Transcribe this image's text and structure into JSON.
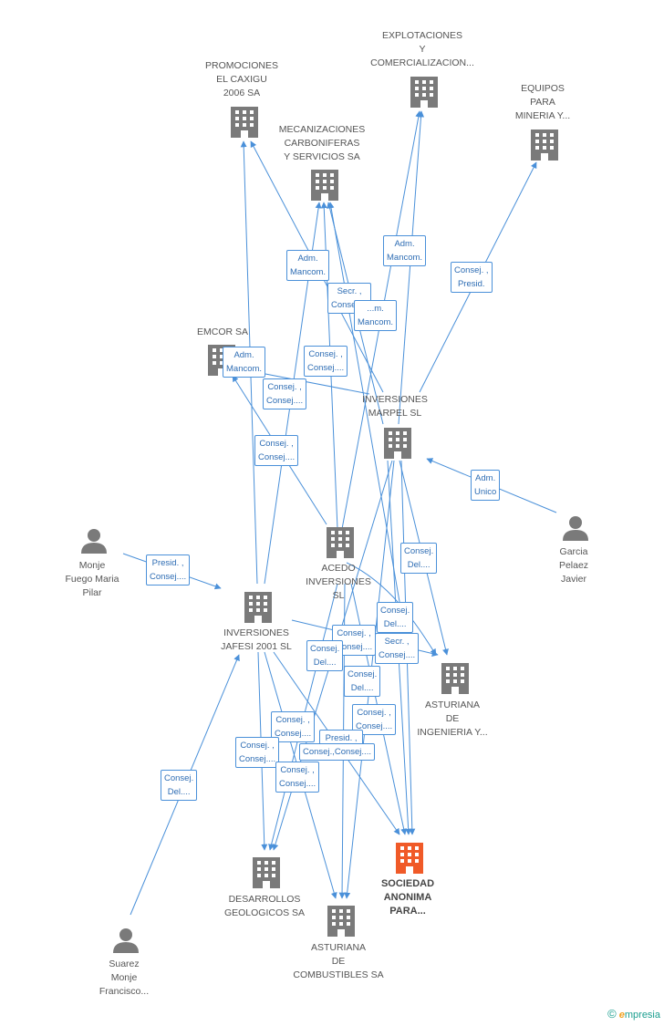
{
  "colors": {
    "edge": "#4a90d9",
    "company": "#7a7a7a",
    "person": "#7a7a7a",
    "focus": "#f05a28"
  },
  "nodes": {
    "promociones": {
      "label": "PROMOCIONES\nEL CAXIGU\n2006 SA",
      "kind": "company-icon"
    },
    "explotaciones": {
      "label": "EXPLOTACIONES\nY\nCOMERCIALIZACION...",
      "kind": "company-icon"
    },
    "equipos": {
      "label": "EQUIPOS\nPARA\nMINERIA Y...",
      "kind": "company-icon"
    },
    "mecanizaciones": {
      "label": "MECANIZACIONES\nCARBONIFERAS\nY SERVICIOS SA",
      "kind": "company-icon"
    },
    "emcor": {
      "label": "EMCOR SA",
      "kind": "company-icon"
    },
    "marpel": {
      "label": "INVERSIONES\nMARPEL SL",
      "kind": "company-icon"
    },
    "garcia": {
      "label": "Garcia\nPelaez\nJavier",
      "kind": "person-icon"
    },
    "monje": {
      "label": "Monje\nFuego Maria\nPilar",
      "kind": "person-icon"
    },
    "acedo": {
      "label": "ACEDO\nINVERSIONES\nSL",
      "kind": "company-icon"
    },
    "jafesi": {
      "label": "INVERSIONES\nJAFESI 2001 SL",
      "kind": "company-icon"
    },
    "asturiana_ing": {
      "label": "ASTURIANA\nDE\nINGENIERIA Y...",
      "kind": "company-icon"
    },
    "desarrollos": {
      "label": "DESARROLLOS\nGEOLOGICOS SA",
      "kind": "company-icon"
    },
    "sociedad": {
      "label": "SOCIEDAD\nANONIMA\nPARA...",
      "kind": "company-icon"
    },
    "asturiana_comb": {
      "label": "ASTURIANA\nDE\nCOMBUSTIBLES SA",
      "kind": "company-icon"
    },
    "suarez": {
      "label": "Suarez\nMonje\nFrancisco...",
      "kind": "person-icon"
    }
  },
  "edge_labels": [
    "Adm.\nMancom.",
    "Adm.\nMancom.",
    "Consej. ,\nPresid.",
    "Secr. ,\nConsej....",
    "...m.\nMancom.",
    "Adm.\nMancom.",
    "Consej. ,\nConsej....",
    "Consej. ,\nConsej....",
    "Consej. ,\nConsej....",
    "Adm.\nUnico",
    "Presid. ,\nConsej....",
    "Consej.\nDel....",
    "Consej.\nDel....",
    "Consej. ,\nConsej....",
    "Consej.\nDel....",
    "Secr. ,\nConsej....",
    "Consej.\nDel....",
    "Consej. ,\nConsej....",
    "Consej. ,\nConsej....",
    "Consej. ,\nConsej....",
    "Presid. ,\nConsej....",
    "Consej.,Consej....",
    "Consej. ,\nConsej....",
    "Consej.\nDel...."
  ],
  "footer": {
    "copyright": "©",
    "brand_e": "e",
    "brand_rest": "mpresia"
  }
}
